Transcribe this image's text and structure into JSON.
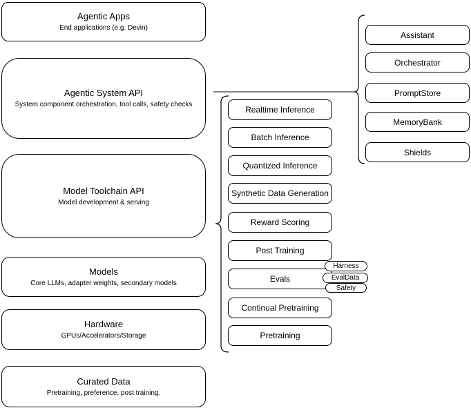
{
  "diagram": {
    "colors": {
      "stroke": "#000000",
      "background": "#ffffff",
      "text": "#000000"
    },
    "left_stack": [
      {
        "title": "Agentic Apps",
        "subtitle": "End applications (e.g. Devin)"
      },
      {
        "title": "Agentic System API",
        "subtitle": "System component orchestration, tool calls, safety checks"
      },
      {
        "title": "Model Toolchain API",
        "subtitle": "Model development & serving"
      },
      {
        "title": "Models",
        "subtitle": "Core LLMs, adapter weights, secondary models"
      },
      {
        "title": "Hardware",
        "subtitle": "GPUs/Accelerators/Storage"
      },
      {
        "title": "Curated Data",
        "subtitle": "Pretraining, preference, post training."
      }
    ],
    "toolchain": {
      "items": [
        "Realtime Inference",
        "Batch Inference",
        "Quantized Inference",
        "Synthetic Data Generation",
        "Reward Scoring",
        "Post Training",
        "Evals",
        "Continual Pretraining",
        "Pretraining"
      ]
    },
    "evals_badges": [
      "Harness",
      "EvalData",
      "Safety"
    ],
    "system_components": [
      "Assistant",
      "Orchestrator",
      "PromptStore",
      "MemoryBank",
      "Shields"
    ]
  }
}
